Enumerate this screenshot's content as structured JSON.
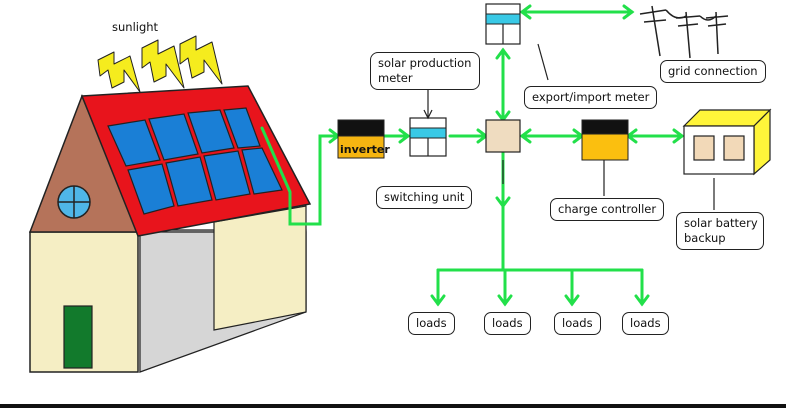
{
  "title": "Solar power system diagram",
  "labels": {
    "sunlight": "sunlight",
    "solar_production_meter": [
      "solar production",
      "meter"
    ],
    "inverter": "inverter",
    "switching_unit": "switching unit",
    "export_import_meter": "export/import meter",
    "grid_connection": "grid connection",
    "charge_controller": "charge controller",
    "solar_battery_backup": [
      "solar battery",
      "backup"
    ],
    "loads": [
      "loads",
      "loads",
      "loads",
      "loads"
    ]
  },
  "colors": {
    "wire": "#22e04a",
    "roof": "#e8141c",
    "panel": "#1a7fd6",
    "wall": "#f5eec4",
    "gable": "#b5735a",
    "door": "#127a2c",
    "window": "#4fb6e8",
    "bolt": "#f5ec1e",
    "inverter_top": "#111111",
    "inverter_bottom": "#f5b511",
    "meter_display": "#39c9e6",
    "switch_unit": "#efdcc0",
    "charge_controller": "#fbbf0f",
    "battery": "#fff53a",
    "battery_cells": "#f2d9b8",
    "floor": "#cfcfcf"
  }
}
